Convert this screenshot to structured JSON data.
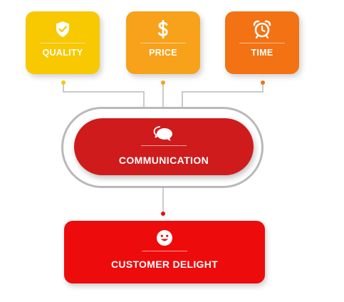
{
  "colors": {
    "quality": "#f8c800",
    "price": "#f7a21a",
    "time": "#f27214",
    "communication": "#cf1b1b",
    "delight": "#ee0b0b",
    "connector": "#b9b9b9"
  },
  "cards": {
    "quality": {
      "label": "QUALITY",
      "icon": "shield-check-icon"
    },
    "price": {
      "label": "PRICE",
      "icon": "dollar-sign-icon"
    },
    "time": {
      "label": "TIME",
      "icon": "alarm-clock-icon"
    }
  },
  "communication": {
    "label": "COMMUNICATION",
    "icon": "chat-bubbles-icon"
  },
  "delight": {
    "label": "CUSTOMER DELIGHT",
    "icon": "smiley-face-icon"
  }
}
